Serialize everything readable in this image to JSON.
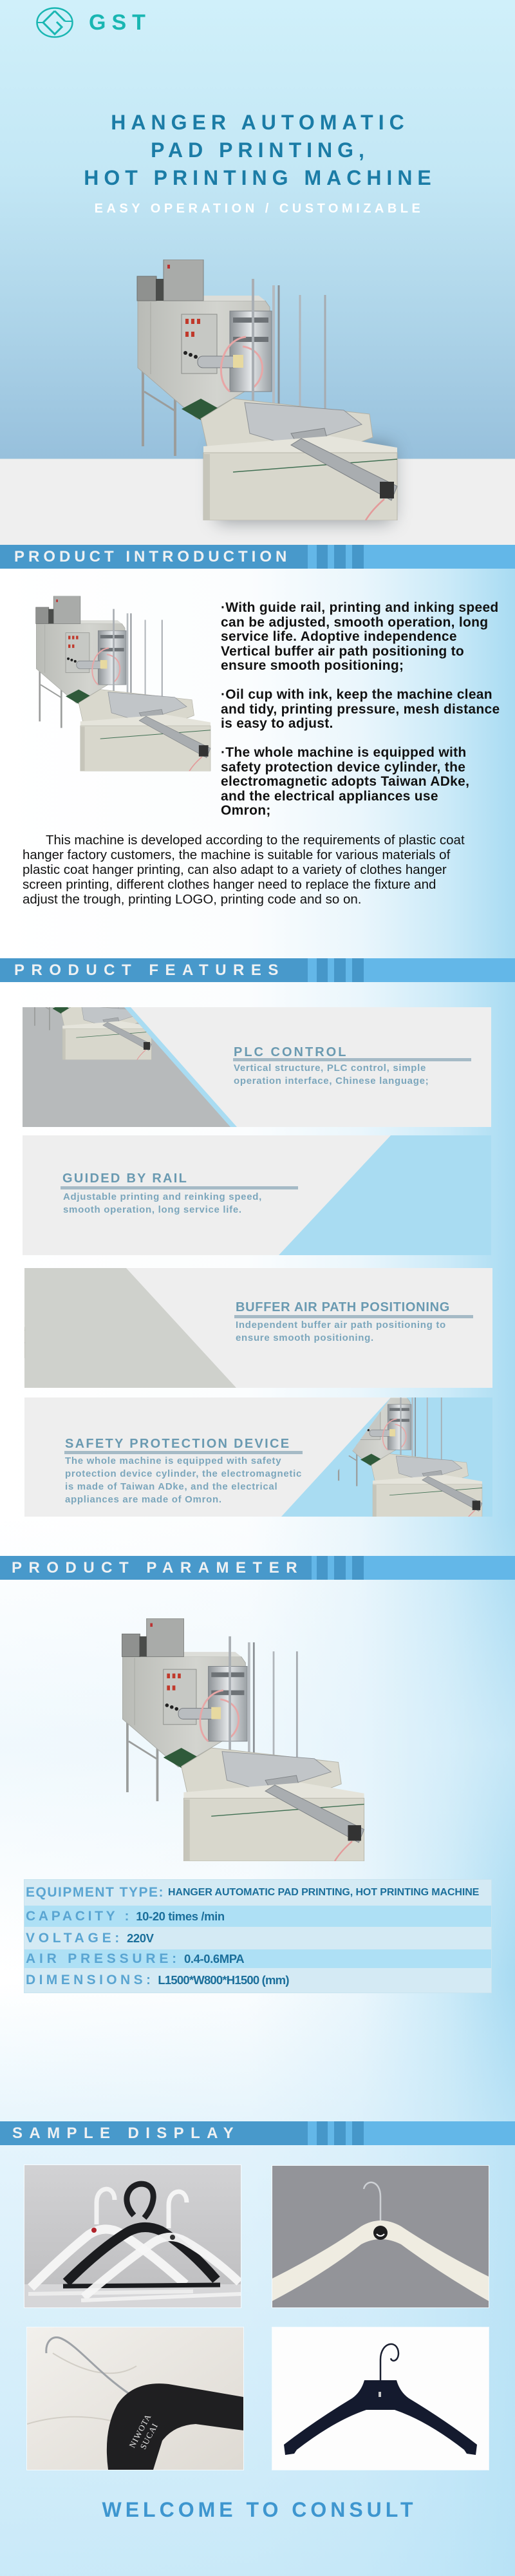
{
  "brand": {
    "name": "GST",
    "logo_icon": "gst-logo-icon"
  },
  "hero": {
    "title_lines": [
      "HANGER AUTOMATIC",
      "PAD PRINTING,",
      "HOT PRINTING MACHINE"
    ],
    "subtitle": "EASY OPERATION / CUSTOMIZABLE"
  },
  "sections": {
    "introduction": "PRODUCT INTRODUCTION",
    "features": "PRODUCT FEATURES",
    "parameter": "PRODUCT PARAMETER",
    "samples": "SAMPLE DISPLAY"
  },
  "introduction": {
    "bullets": [
      {
        "lines": [
          "·With guide rail, printing and inking speed",
          "can be adjusted, smooth operation, long",
          "service life. Adoptive independence",
          "Vertical buffer air path positioning to",
          "ensure smooth positioning;"
        ]
      },
      {
        "lines": [
          "·Oil cup with ink, keep the machine clean",
          "and tidy, printing pressure, mesh distance",
          "is easy to adjust."
        ]
      },
      {
        "lines": [
          "·The whole machine is equipped with",
          "safety protection device cylinder, the",
          "electromagnetic adopts Taiwan ADke,",
          "and the electrical appliances use",
          "Omron;"
        ]
      }
    ],
    "paragraph_lines": [
      "This machine is developed according to the requirements of plastic coat",
      "hanger factory customers, the machine is suitable for various materials of",
      "plastic coat hanger printing, can also adapt to a variety of clothes hanger",
      "screen printing, different clothes hanger need to replace the fixture and",
      "adjust the trough, printing LOGO, printing code and so on."
    ]
  },
  "features": [
    {
      "title": "PLC CONTROL",
      "desc_lines": [
        "Vertical structure, PLC control, simple",
        "operation interface, Chinese language;"
      ]
    },
    {
      "title": "GUIDED BY RAIL",
      "desc_lines": [
        "Adjustable printing and reinking speed,",
        "smooth operation, long service life."
      ]
    },
    {
      "title": "BUFFER AIR PATH POSITIONING",
      "desc_lines": [
        "Independent buffer air path positioning to",
        "ensure smooth positioning."
      ]
    },
    {
      "title": "SAFETY PROTECTION DEVICE",
      "desc_lines": [
        "The whole machine is equipped with safety",
        "protection device cylinder, the electromagnetic",
        "is made of Taiwan ADke, and the electrical",
        "appliances are made of Omron."
      ]
    }
  ],
  "parameters": [
    {
      "label": "EQUIPMENT TYPE:",
      "value": "HANGER AUTOMATIC PAD PRINTING, HOT PRINTING MACHINE"
    },
    {
      "label": "CAPACITY :",
      "value": "10-20 times /min"
    },
    {
      "label": "VOLTAGE:",
      "value": "220V"
    },
    {
      "label": "AIR PRESSURE:",
      "value": "0.4-0.6MPA"
    },
    {
      "label": "DIMENSIONS:",
      "value": "L1500*W800*H1500 (mm)"
    }
  ],
  "samples": {
    "hanger_print_text": [
      "NIWOTA",
      "SUCAI"
    ]
  },
  "footer": {
    "cta": "WELCOME TO CONSULT"
  },
  "colors": {
    "logo": "#19b6b2",
    "title": "#1b7ca6",
    "bar_dark": "#4899cb",
    "bar_light": "#63b7e8",
    "feature_text": "#6a9ab1",
    "param_label": "#5aa5d2",
    "param_value": "#1b6f9b",
    "param_row_light": "#d4eaf4",
    "param_row_strong": "#aee0f5",
    "cta": "#3e96cf"
  }
}
